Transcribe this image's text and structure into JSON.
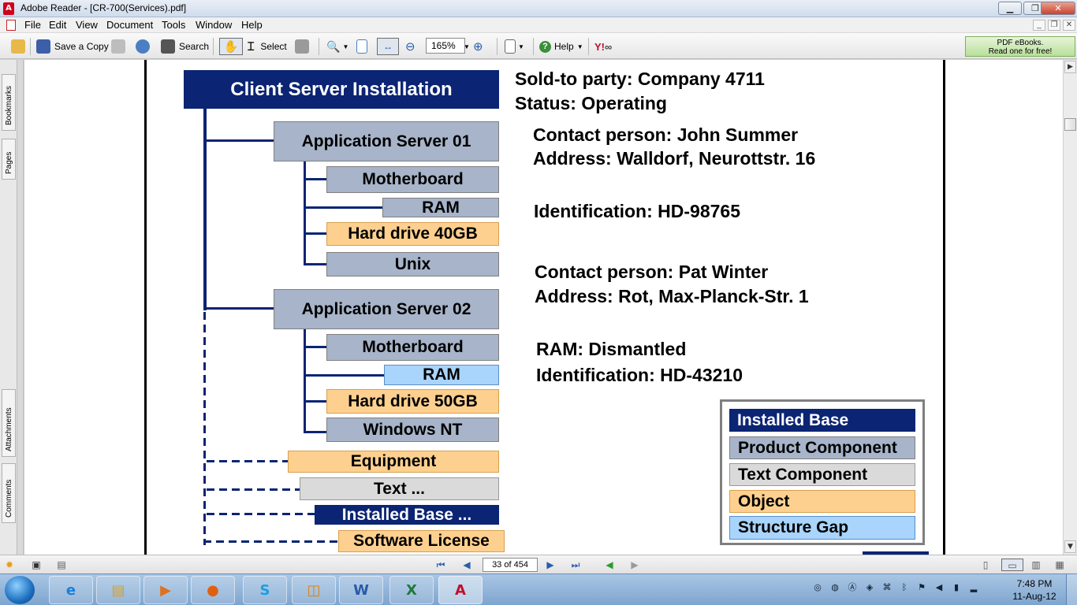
{
  "window": {
    "title": "Adobe Reader - [CR-700(Services).pdf]",
    "minimize": "▁",
    "maximize": "❐",
    "close": "✕"
  },
  "menu": {
    "items": [
      "File",
      "Edit",
      "View",
      "Document",
      "Tools",
      "Window",
      "Help"
    ],
    "mdi": [
      "_",
      "❐",
      "✕"
    ]
  },
  "toolbar": {
    "save_copy": "Save a Copy",
    "search": "Search",
    "select": "Select",
    "zoom": "165%",
    "help": "Help",
    "promo_line1": "PDF eBooks.",
    "promo_line2": "Read one for free!"
  },
  "navpanel": {
    "tabs": [
      "Bookmarks",
      "Pages",
      "Attachments",
      "Comments"
    ]
  },
  "diagram": {
    "root": "Client Server Installation",
    "server1": "Application Server 01",
    "server1_children": [
      "Motherboard",
      "RAM",
      "Hard drive 40GB",
      "Unix"
    ],
    "server2": "Application Server 02",
    "server2_children": [
      "Motherboard",
      "RAM",
      "Hard drive 50GB",
      "Windows NT"
    ],
    "bottom_items": [
      "Equipment",
      "Text ...",
      "Installed Base ...",
      "Software License"
    ],
    "info": {
      "sold_to": "Sold-to party: Company 4711",
      "status": "Status: Operating",
      "contact1": "Contact person: John Summer",
      "address1": "Address: Walldorf, Neurottstr. 16",
      "ident1": "Identification: HD-98765",
      "contact2": "Contact person:  Pat Winter",
      "address2": "Address: Rot, Max-Planck-Str. 1",
      "ram_status": "RAM: Dismantled",
      "ident2": "Identification: HD-43210"
    },
    "legend": [
      "Installed Base",
      "Product Component",
      "Text Component",
      "Object",
      "Structure Gap"
    ]
  },
  "statusbar": {
    "page": "33 of 454"
  },
  "taskbar": {
    "time": "7:48 PM",
    "date": "11-Aug-12"
  },
  "colors": {
    "installed_base": "#0b2473",
    "product_component": "#a7b4c9",
    "text_component": "#dadada",
    "object": "#fdd08f",
    "structure_gap": "#a9d4fb"
  }
}
